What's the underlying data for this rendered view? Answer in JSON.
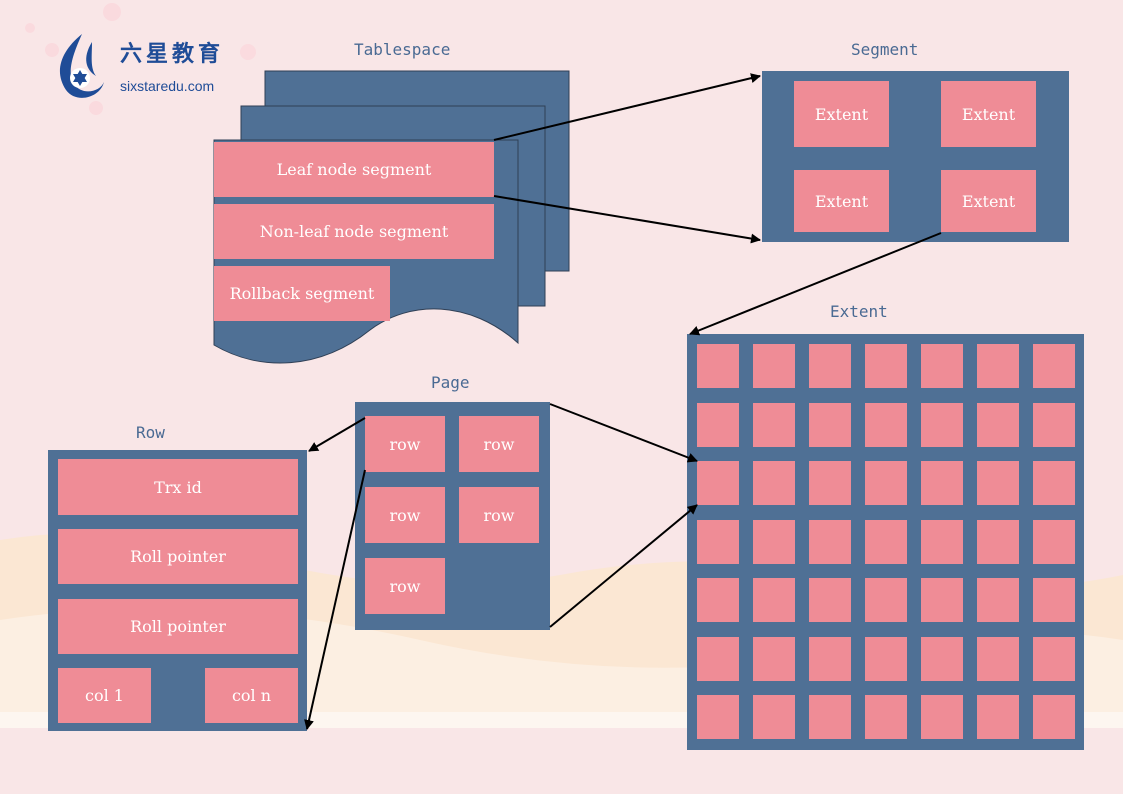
{
  "logo": {
    "name_cn": "六星教育",
    "domain": "sixstaredu.com",
    "icon": "star-of-david-flame-icon"
  },
  "tablespace": {
    "title": "Tablespace",
    "segments": [
      "Leaf node segment",
      "Non-leaf node segment",
      "Rollback segment"
    ]
  },
  "segment": {
    "title": "Segment",
    "extents": [
      "Extent",
      "Extent",
      "Extent",
      "Extent"
    ]
  },
  "extent": {
    "title": "Extent",
    "grid": {
      "rows": 7,
      "cols": 7
    }
  },
  "page": {
    "title": "Page",
    "rows": [
      "row",
      "row",
      "row",
      "row",
      "row"
    ]
  },
  "row": {
    "title": "Row",
    "fields": [
      "Trx id",
      "Roll pointer",
      "Roll pointer"
    ],
    "cols": [
      "col 1",
      "col n"
    ]
  },
  "colors": {
    "background": "#f9e6e7",
    "panel": "#4f7095",
    "block": "#ef8c96",
    "label": "#4a6a93",
    "logo": "#1f4c97"
  }
}
